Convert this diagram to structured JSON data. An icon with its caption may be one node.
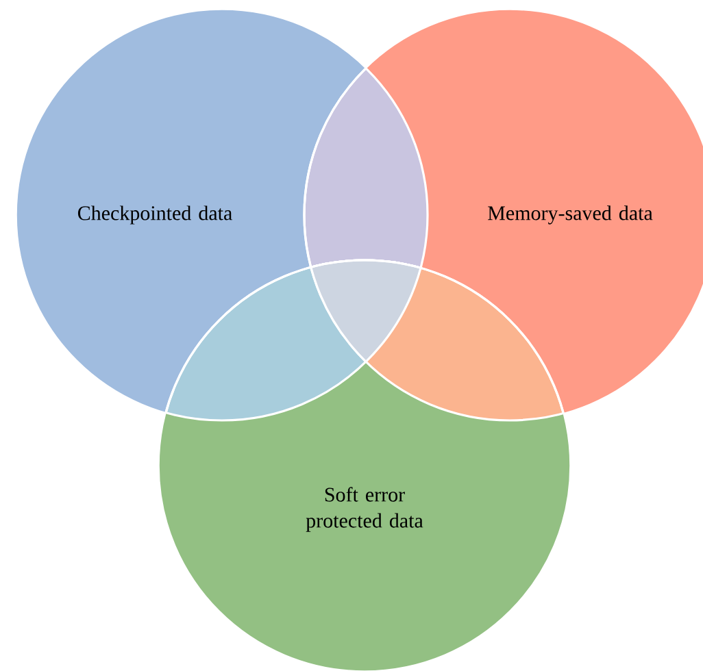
{
  "diagram": {
    "nodes": [
      {
        "text": [
          "Checkpointed data"
        ]
      },
      {
        "text": [
          "Memory-saved data"
        ]
      },
      {
        "text": [
          "Soft error protected data"
        ]
      }
    ]
  }
}
